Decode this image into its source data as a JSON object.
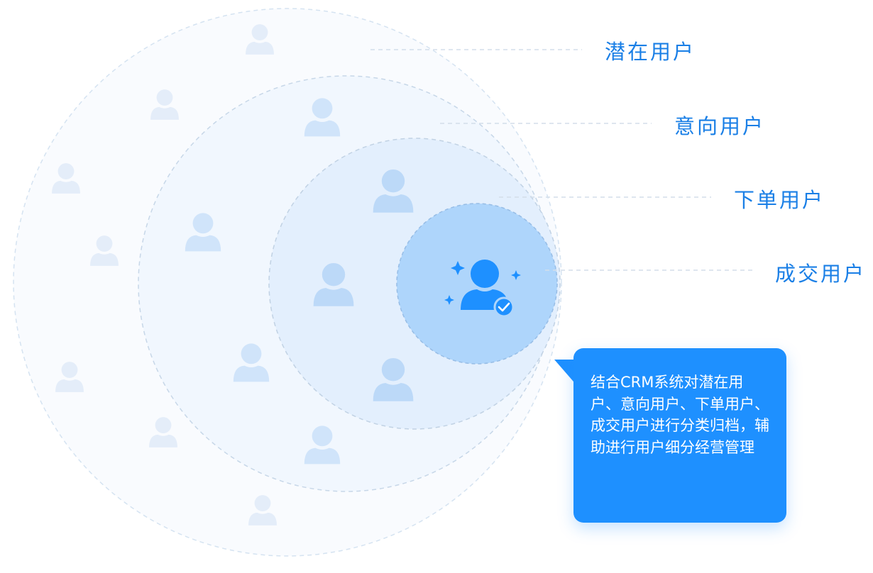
{
  "tiers": [
    {
      "id": "potential",
      "label": "潜在用户"
    },
    {
      "id": "intent",
      "label": "意向用户"
    },
    {
      "id": "ordered",
      "label": "下单用户"
    },
    {
      "id": "closed",
      "label": "成交用户"
    }
  ],
  "callout": {
    "text": "结合CRM系统对潜在用户、意向用户、下单用户、成交用户进行分类归档，辅助进行用户细分经营管理"
  },
  "icons": {
    "user": "user-silhouette-icon",
    "center": "user-verified-icon",
    "sparkle": "sparkle-icon",
    "check": "check-badge-icon"
  },
  "colors": {
    "accent": "#1e90ff",
    "label": "#1a7fe6",
    "ring_outer_fill": "#f9fbfe",
    "ring_mid_fill": "#f1f7fe",
    "ring_inner_fill": "#e3effd",
    "core_fill": "#aed5fb",
    "user_faint": "#e4edf9",
    "user_light": "#d0e4fa",
    "user_mid": "#bcd9f8"
  }
}
